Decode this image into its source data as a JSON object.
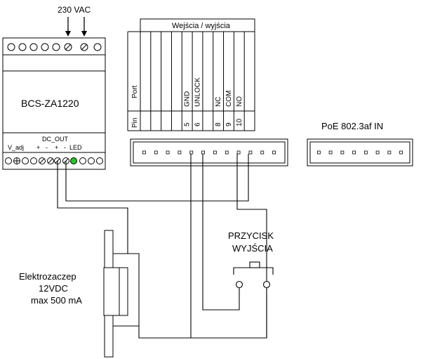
{
  "supply": {
    "voltage_label": "230 VAC",
    "module_name": "BCS-ZA1220",
    "dc_out_label": "DC_OUT",
    "v_adj_label": "V_adj",
    "pin_marks": [
      "+",
      "-",
      "+",
      "-"
    ],
    "led_label": "LED"
  },
  "io_block": {
    "title": "Wejścia / wyjścia",
    "row_port_label": "Port",
    "row_pin_label": "Pin",
    "columns": [
      {
        "port": "",
        "pin": ""
      },
      {
        "port": "",
        "pin": ""
      },
      {
        "port": "",
        "pin": ""
      },
      {
        "port": "",
        "pin": ""
      },
      {
        "port": "GND",
        "pin": "5"
      },
      {
        "port": "UNLOCK",
        "pin": "6"
      },
      {
        "port": "",
        "pin": ""
      },
      {
        "port": "NC",
        "pin": "8"
      },
      {
        "port": "COM",
        "pin": "9"
      },
      {
        "port": "NO",
        "pin": "10"
      },
      {
        "port": "",
        "pin": ""
      }
    ]
  },
  "poe": {
    "label": "PoE 802.3af IN"
  },
  "lock": {
    "line1": "Elektrozaczep",
    "line2": "12VDC",
    "line3": "max 500 mA"
  },
  "exit_button": {
    "line1": "PRZYCISK",
    "line2": "WYJŚCIA"
  },
  "colors": {
    "line": "#000000",
    "led": "#2fbf2f",
    "terminal_fill": "#ffffff"
  }
}
